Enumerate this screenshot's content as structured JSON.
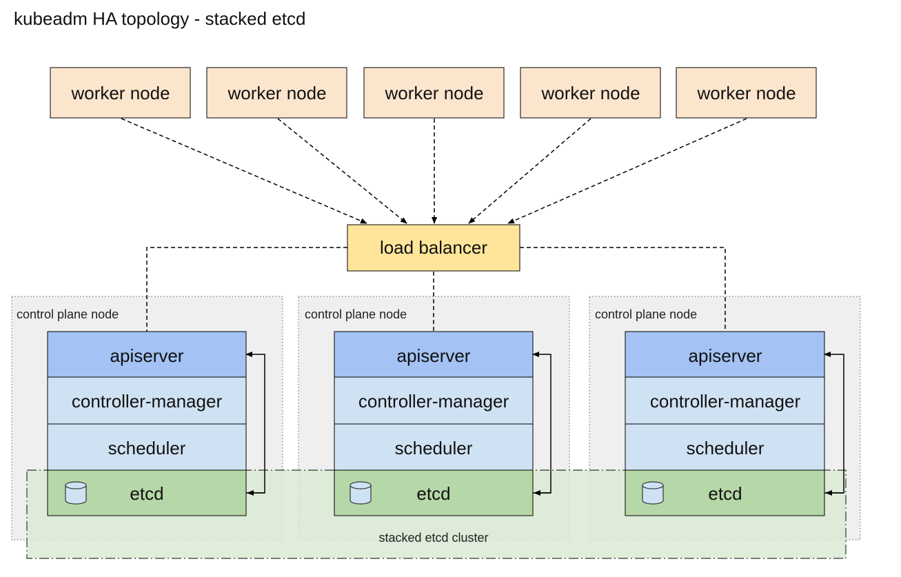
{
  "title": "kubeadm HA topology - stacked etcd",
  "worker_nodes": [
    {
      "label": "worker node"
    },
    {
      "label": "worker node"
    },
    {
      "label": "worker node"
    },
    {
      "label": "worker node"
    },
    {
      "label": "worker node"
    }
  ],
  "load_balancer": {
    "label": "load balancer"
  },
  "control_plane_nodes": [
    {
      "label": "control plane node",
      "components": {
        "apiserver": "apiserver",
        "controller_manager": "controller-manager",
        "scheduler": "scheduler",
        "etcd": "etcd"
      }
    },
    {
      "label": "control plane node",
      "components": {
        "apiserver": "apiserver",
        "controller_manager": "controller-manager",
        "scheduler": "scheduler",
        "etcd": "etcd"
      }
    },
    {
      "label": "control plane node",
      "components": {
        "apiserver": "apiserver",
        "controller_manager": "controller-manager",
        "scheduler": "scheduler",
        "etcd": "etcd"
      }
    }
  ],
  "etcd_cluster": {
    "label": "stacked etcd cluster"
  },
  "colors": {
    "worker_node_fill": "#fce5cd",
    "load_balancer_fill": "#ffe599",
    "apiserver_fill": "#a4c2f4",
    "controller_fill": "#cfe2f3",
    "etcd_fill": "#b6d7a8",
    "etcd_cluster_fill": "#d9ead3",
    "control_plane_fill": "#efefef",
    "db_icon_fill": "#cfe2f3"
  },
  "icons": {
    "etcd": "database-icon"
  }
}
